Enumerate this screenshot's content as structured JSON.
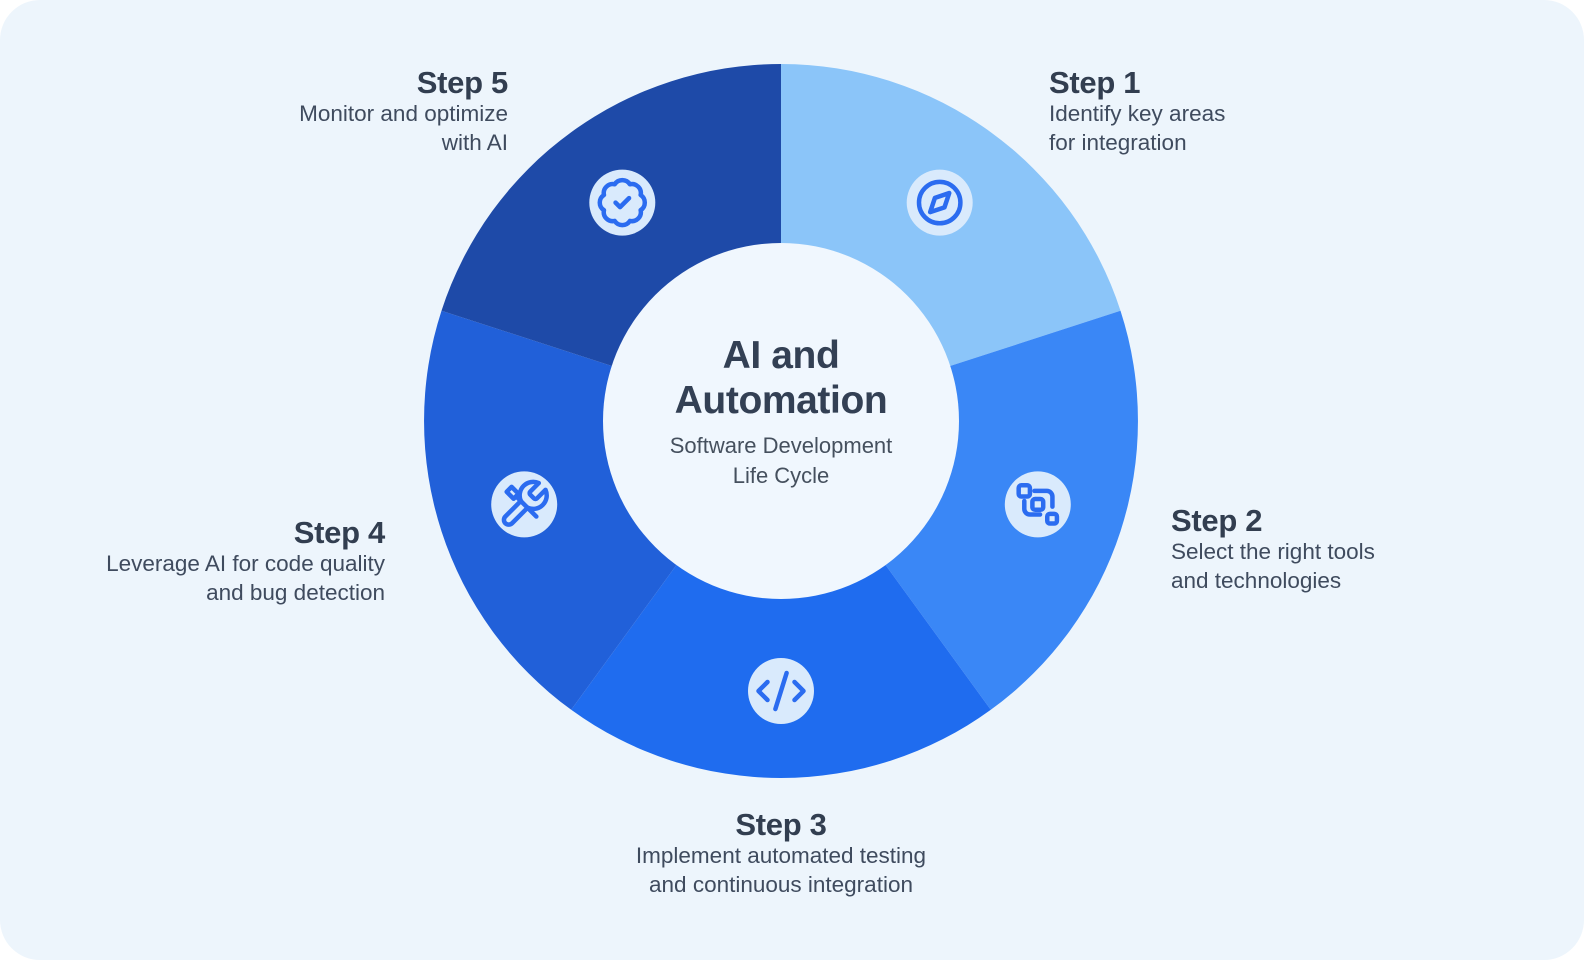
{
  "theme": {
    "page_background": "#ffffff",
    "canvas_background": "#edf5fc",
    "step_title_color": "#323e50",
    "step_desc_color": "#3f4b5e",
    "center_title_color": "#334054",
    "center_subtitle_color": "#45505e"
  },
  "center": {
    "title_lines": [
      "AI and",
      "Automation"
    ],
    "subtitle_lines": [
      "Software Development",
      "Life Cycle"
    ],
    "circle_color": "#f0f7fe"
  },
  "chart_data": {
    "type": "pie",
    "title": "AI and Automation",
    "subtitle": "Software Development Life Cycle",
    "order": "clockwise-from-top",
    "segment_value_deg": 72,
    "icon_badge_color": "#d9eafc",
    "icon_stroke_color": "#2b6cf0",
    "steps": [
      {
        "label": "Step 1",
        "description_lines": [
          "Identify key areas",
          "for integration"
        ],
        "color": "#8bc5f9",
        "icon": "compass-icon"
      },
      {
        "label": "Step 2",
        "description_lines": [
          "Select the right tools",
          "and technologies"
        ],
        "color": "#3a87f6",
        "icon": "flowchart-icon"
      },
      {
        "label": "Step 3",
        "description_lines": [
          "Implement automated testing",
          "and continuous integration"
        ],
        "color": "#1f6cef",
        "icon": "code-icon"
      },
      {
        "label": "Step 4",
        "description_lines": [
          "Leverage AI for code quality",
          "and bug detection"
        ],
        "color": "#2160d9",
        "icon": "tools-icon"
      },
      {
        "label": "Step 5",
        "description_lines": [
          "Monitor and optimize",
          "with AI"
        ],
        "color": "#1e4aa8",
        "icon": "badge-check-icon"
      }
    ]
  }
}
